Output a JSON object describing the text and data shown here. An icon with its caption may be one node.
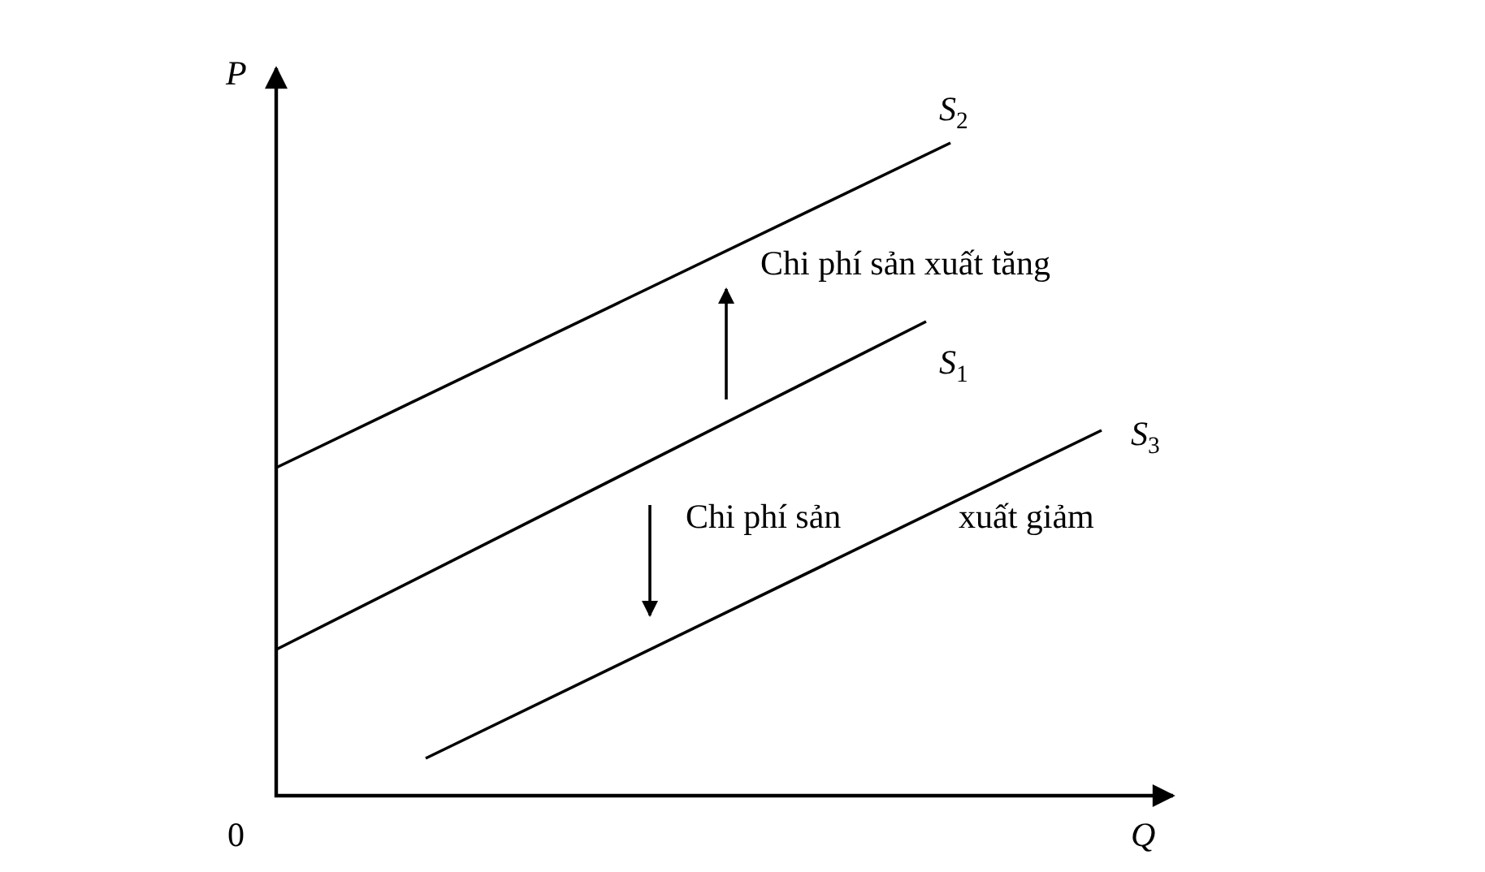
{
  "diagram": {
    "labels": [
      "P",
      "S$_{2}$",
      "Chi phí sản xuất tăng",
      "S$_{1}$",
      "S$_{3}$",
      "Chi phí sản",
      "xuất giảm",
      "0",
      "Q"
    ]
  }
}
